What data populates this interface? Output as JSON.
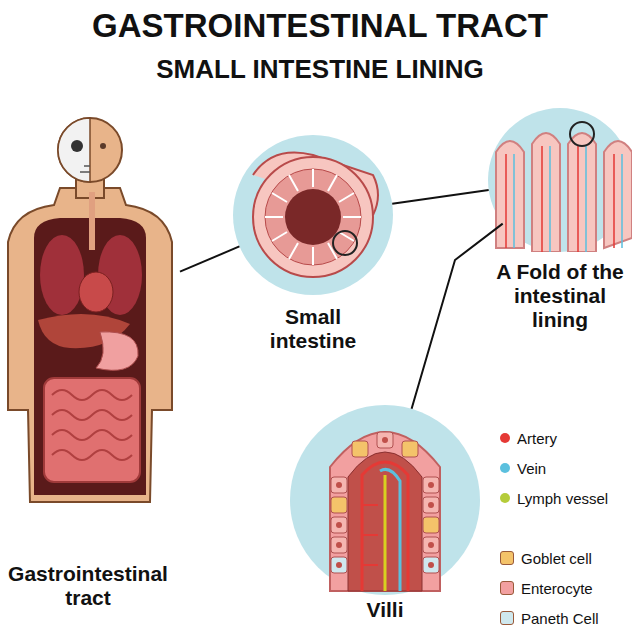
{
  "diagram": {
    "title": "GASTROINTESTINAL TRACT",
    "nodes": [
      {
        "text": [
          "Gastrointestinal tract"
        ]
      },
      {
        "text": [
          "Small intestine"
        ]
      },
      {
        "text": [
          "A Fold of the intestinal lining"
        ]
      },
      {
        "text": [
          "Villi"
        ]
      }
    ],
    "edges": [
      {
        "from": 0,
        "to": 1,
        "arrow": "none"
      },
      {
        "from": 1,
        "to": 2,
        "arrow": "none"
      },
      {
        "from": 2,
        "to": 3,
        "arrow": "none"
      }
    ],
    "labels": [
      "SMALL INTESTINE LINING"
    ],
    "legend": [
      {
        "text": "Artery",
        "color": "#e53935"
      },
      {
        "text": "Vein",
        "color": "#5bc0de"
      },
      {
        "text": "Lymph vessel",
        "color": "#b5cc3a"
      },
      {
        "text": "Goblet cell",
        "color": "#f4c36a"
      },
      {
        "text": "Enterocyte",
        "color": "#f2a0a0"
      },
      {
        "text": "Paneth Cell",
        "color": "#cfe8ee"
      }
    ]
  }
}
